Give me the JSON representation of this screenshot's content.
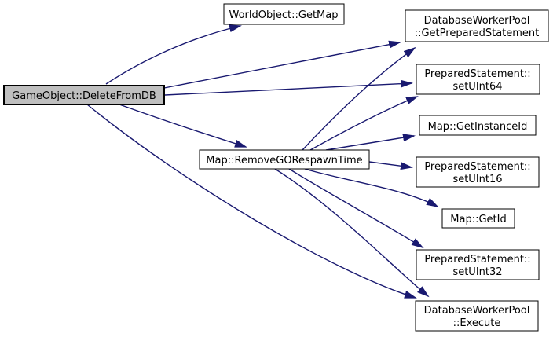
{
  "diagram": {
    "kind": "doxygen-call-graph",
    "colors": {
      "edge": "#191970",
      "node_border": "#000000",
      "node_fill": "#ffffff",
      "highlight_fill": "#bfbfbf",
      "background": "#ffffff"
    },
    "nodes": [
      {
        "id": "delete-from-db",
        "highlighted": true,
        "lines": [
          "GameObject::DeleteFromDB"
        ]
      },
      {
        "id": "get-map",
        "highlighted": false,
        "lines": [
          "WorldObject::GetMap"
        ]
      },
      {
        "id": "get-prepared-statement",
        "highlighted": false,
        "lines": [
          "DatabaseWorkerPool",
          "::GetPreparedStatement"
        ]
      },
      {
        "id": "set-uint64",
        "highlighted": false,
        "lines": [
          "PreparedStatement::",
          "setUInt64"
        ]
      },
      {
        "id": "get-instance-id",
        "highlighted": false,
        "lines": [
          "Map::GetInstanceId"
        ]
      },
      {
        "id": "set-uint16",
        "highlighted": false,
        "lines": [
          "PreparedStatement::",
          "setUInt16"
        ]
      },
      {
        "id": "get-id",
        "highlighted": false,
        "lines": [
          "Map::GetId"
        ]
      },
      {
        "id": "set-uint32",
        "highlighted": false,
        "lines": [
          "PreparedStatement::",
          "setUInt32"
        ]
      },
      {
        "id": "execute",
        "highlighted": false,
        "lines": [
          "DatabaseWorkerPool",
          "::Execute"
        ]
      },
      {
        "id": "remove-go-respawn-time",
        "highlighted": false,
        "lines": [
          "Map::RemoveGORespawnTime"
        ]
      }
    ],
    "edges": [
      {
        "from": "GameObject::DeleteFromDB",
        "to": "WorldObject::GetMap"
      },
      {
        "from": "GameObject::DeleteFromDB",
        "to": "DatabaseWorkerPool::GetPreparedStatement"
      },
      {
        "from": "GameObject::DeleteFromDB",
        "to": "PreparedStatement::setUInt64"
      },
      {
        "from": "GameObject::DeleteFromDB",
        "to": "Map::RemoveGORespawnTime"
      },
      {
        "from": "GameObject::DeleteFromDB",
        "to": "DatabaseWorkerPool::Execute"
      },
      {
        "from": "Map::RemoveGORespawnTime",
        "to": "DatabaseWorkerPool::GetPreparedStatement"
      },
      {
        "from": "Map::RemoveGORespawnTime",
        "to": "PreparedStatement::setUInt64"
      },
      {
        "from": "Map::RemoveGORespawnTime",
        "to": "Map::GetInstanceId"
      },
      {
        "from": "Map::RemoveGORespawnTime",
        "to": "PreparedStatement::setUInt16"
      },
      {
        "from": "Map::RemoveGORespawnTime",
        "to": "Map::GetId"
      },
      {
        "from": "Map::RemoveGORespawnTime",
        "to": "PreparedStatement::setUInt32"
      },
      {
        "from": "Map::RemoveGORespawnTime",
        "to": "DatabaseWorkerPool::Execute"
      }
    ]
  }
}
